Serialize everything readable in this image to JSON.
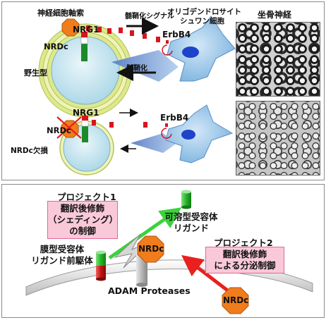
{
  "top_panel": {
    "axon_label": "神経細胞軸索",
    "signal_label": "髄鞘化シグナル",
    "glia_label_1": "オリゴデンドロサイト",
    "glia_label_2": "シュワン細胞",
    "nerve_label": "坐骨神経",
    "nrg1_label_wt": "NRG1",
    "nrdc_label_wt": "NRDc",
    "erbb4_label_wt": "ErbB4",
    "myelination_label": "髄鞘化",
    "wildtype_label": "野生型",
    "nrg1_label_ko": "NRG1",
    "nrdc_label_ko": "NRDc",
    "erbb4_label_ko": "ErbB4",
    "knockout_label": "NRDc欠損"
  },
  "bottom_panel": {
    "project1_title": "プロジェクト1",
    "project1_box": [
      "翻訳後修飾",
      "（シェディング）",
      "の制御"
    ],
    "soluble_label": [
      "可溶型受容体",
      "リガンド"
    ],
    "project2_title": "プロジェクト2",
    "membrane_label": [
      "膜型受容体",
      "リガンド前駆体"
    ],
    "project2_box": [
      "翻訳後修飾",
      "による分泌制御"
    ],
    "nrdc_center": "NRDc",
    "adam_label": "ADAM Proteases",
    "nrdc_free": "NRDc"
  },
  "colors": {
    "myelin": "#dde98a",
    "axon": "#bfe3ee",
    "nrdc": "#f07c1c",
    "erbb4_cell": "#8ec0e6",
    "nucleus": "#1e42c8",
    "signal_red": "#d8141e",
    "box_fill": "#f9c9d9",
    "green_arrow": "#3bd23b",
    "red_arrow": "#e8211e"
  }
}
